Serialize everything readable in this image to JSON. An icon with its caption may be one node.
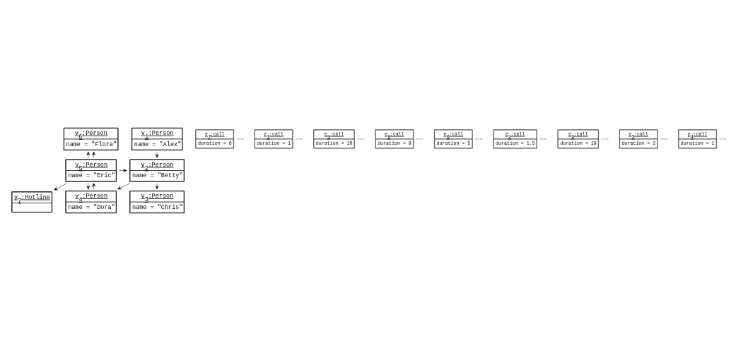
{
  "diagram": {
    "nodes": [
      {
        "text": [
          "v$_{1}$:Person",
          "name = \"Alex\""
        ]
      },
      {
        "text": [
          "v$_{6}$:Person",
          "name = \"Flora\""
        ]
      },
      {
        "text": [
          "e$_{7}$:call",
          "duration = 6"
        ]
      },
      {
        "text": [
          "e$_{1}$:call",
          "duration = 1"
        ]
      },
      {
        "text": [
          "e$_{5}$:call",
          "duration = 10"
        ]
      },
      {
        "text": [
          "e$_{8}$:call",
          "duration = 9"
        ]
      },
      {
        "text": [
          "v$_{2}$:Person",
          "name = \"Betty\""
        ]
      },
      {
        "text": [
          "v$_{5}$:Person",
          "name = \"Eric\""
        ]
      },
      {
        "text": [
          "e$_{6}$:call",
          "duration = 5"
        ]
      },
      {
        "text": [
          "e$_{2}$:call",
          "duration = 1.5"
        ]
      },
      {
        "text": [
          "e$_{9}$:call",
          "duration = 19"
        ]
      },
      {
        "text": [
          "e$_{3}$:call",
          "duration = 2"
        ]
      },
      {
        "text": [
          "e$_{4}$:call",
          "duration = 1"
        ]
      },
      {
        "text": [
          "v$_{3}$:Person",
          "name = \"Chris\""
        ]
      },
      {
        "text": [
          "v$_{4}$:Person",
          "name = \"Dora\""
        ]
      },
      {
        "text": [
          "v$_{7}$:Hotline"
        ]
      }
    ],
    "edges": [
      {
        "from": 0,
        "to": 6,
        "arrow": "to"
      },
      {
        "from": 7,
        "to": 6,
        "arrow": "to"
      },
      {
        "from": 7,
        "to": 1,
        "arrow": "to"
      },
      {
        "from": 7,
        "to": 1,
        "arrow": "to"
      },
      {
        "from": 6,
        "to": 13,
        "arrow": "to"
      },
      {
        "from": 6,
        "to": 14,
        "arrow": "to"
      },
      {
        "from": 7,
        "to": 14,
        "arrow": "to"
      },
      {
        "from": 14,
        "to": 7,
        "arrow": "to"
      },
      {
        "from": 7,
        "to": 15,
        "arrow": "to"
      },
      {
        "from": 3,
        "to": null,
        "arrow": "none",
        "style": "dashed"
      },
      {
        "from": 4,
        "to": null,
        "arrow": "none",
        "style": "dashed"
      },
      {
        "from": 2,
        "to": null,
        "arrow": "none",
        "style": "dashed"
      },
      {
        "from": 5,
        "to": null,
        "arrow": "none",
        "style": "dashed"
      },
      {
        "from": 8,
        "to": null,
        "arrow": "none",
        "style": "dashed"
      },
      {
        "from": 9,
        "to": null,
        "arrow": "none",
        "style": "dashed"
      },
      {
        "from": 10,
        "to": null,
        "arrow": "none",
        "style": "dashed"
      },
      {
        "from": 11,
        "to": null,
        "arrow": "none",
        "style": "dashed"
      },
      {
        "from": 12,
        "to": null,
        "arrow": "none",
        "style": "dashed"
      }
    ]
  }
}
